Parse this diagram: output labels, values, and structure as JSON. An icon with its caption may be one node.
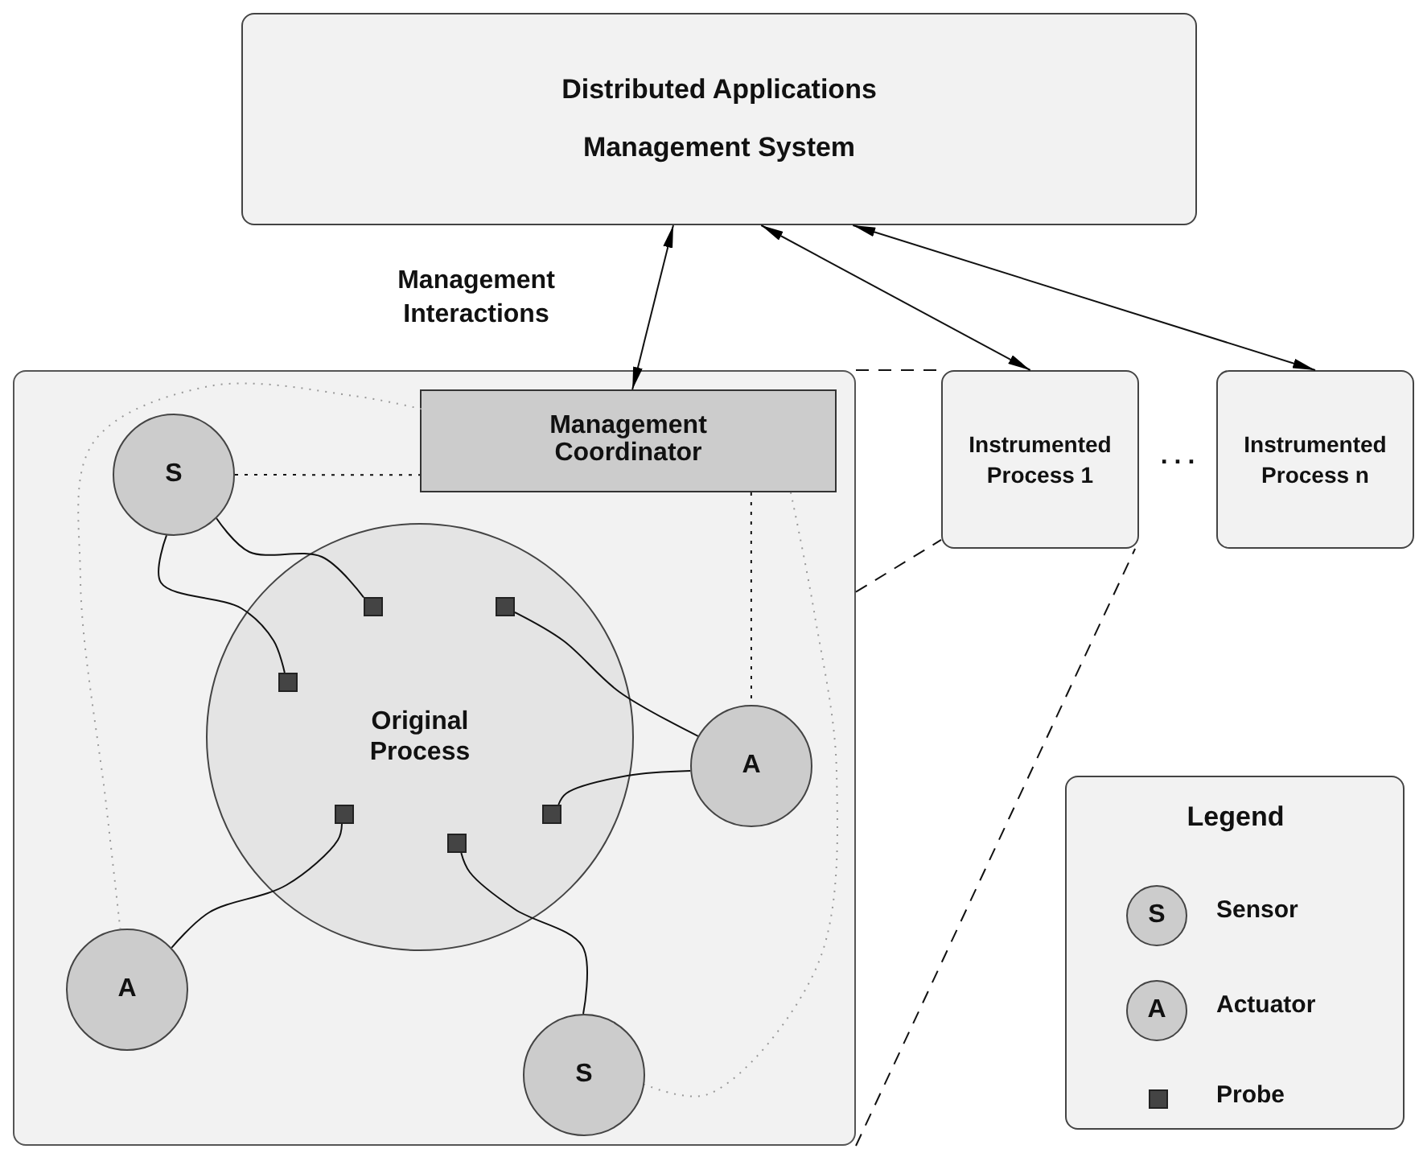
{
  "diagram": {
    "nodes": [
      {
        "text": [
          "Distributed Applications Management System"
        ]
      },
      {
        "text": [],
        "shape": "box"
      },
      {
        "text": [
          "Management Coordinator"
        ],
        "in": 1
      },
      {
        "text": [
          "S"
        ],
        "in": 1
      },
      {
        "text": [
          "Original Process"
        ],
        "in": 1
      },
      {
        "text": [],
        "shape": "box",
        "in": 4
      },
      {
        "text": [],
        "shape": "box",
        "in": 4
      },
      {
        "text": [],
        "shape": "box",
        "in": 4
      },
      {
        "text": [],
        "shape": "box",
        "in": 4
      },
      {
        "text": [],
        "shape": "box",
        "in": 4
      },
      {
        "text": [],
        "shape": "box",
        "in": 4
      },
      {
        "text": [
          "A"
        ],
        "in": 1
      },
      {
        "text": [
          "A"
        ],
        "in": 1
      },
      {
        "text": [
          "S"
        ],
        "in": 1
      },
      {
        "text": [
          "Instrumented Process 1"
        ]
      },
      {
        "text": [
          "Instrumented Process n"
        ]
      }
    ],
    "edges": [
      {
        "from": 0,
        "to": 2,
        "arrow": "both",
        "label": "Management Interactions"
      },
      {
        "from": 0,
        "to": 14,
        "arrow": "both"
      },
      {
        "from": 0,
        "to": 15,
        "arrow": "both"
      },
      {
        "from": 3,
        "to": 2,
        "arrow": "none",
        "style": "dashed"
      },
      {
        "from": 2,
        "to": 11,
        "arrow": "none",
        "style": "dashed"
      },
      {
        "from": 2,
        "to": 12,
        "arrow": "none",
        "style": "dashed",
        "color": "#999999"
      },
      {
        "from": 2,
        "to": 13,
        "arrow": "none",
        "style": "dashed",
        "color": "#999999"
      },
      {
        "from": 3,
        "to": 5,
        "arrow": "none"
      },
      {
        "from": 3,
        "to": 7,
        "arrow": "none"
      },
      {
        "from": 11,
        "to": 6,
        "arrow": "none"
      },
      {
        "from": 11,
        "to": 9,
        "arrow": "none"
      },
      {
        "from": 12,
        "to": 8,
        "arrow": "none"
      },
      {
        "from": 13,
        "to": 10,
        "arrow": "none"
      },
      {
        "from": 1,
        "to": 14,
        "arrow": "none",
        "style": "dashed"
      },
      {
        "from": 1,
        "to": 14,
        "arrow": "none",
        "style": "dashed"
      },
      {
        "from": 1,
        "to": 14,
        "arrow": "none",
        "style": "dashed"
      }
    ],
    "labels": [
      "...",
      "Legend",
      "S",
      "A"
    ],
    "legend": [
      {
        "text": "Sensor"
      },
      {
        "text": "Actuator"
      },
      {
        "text": "Probe"
      }
    ]
  }
}
